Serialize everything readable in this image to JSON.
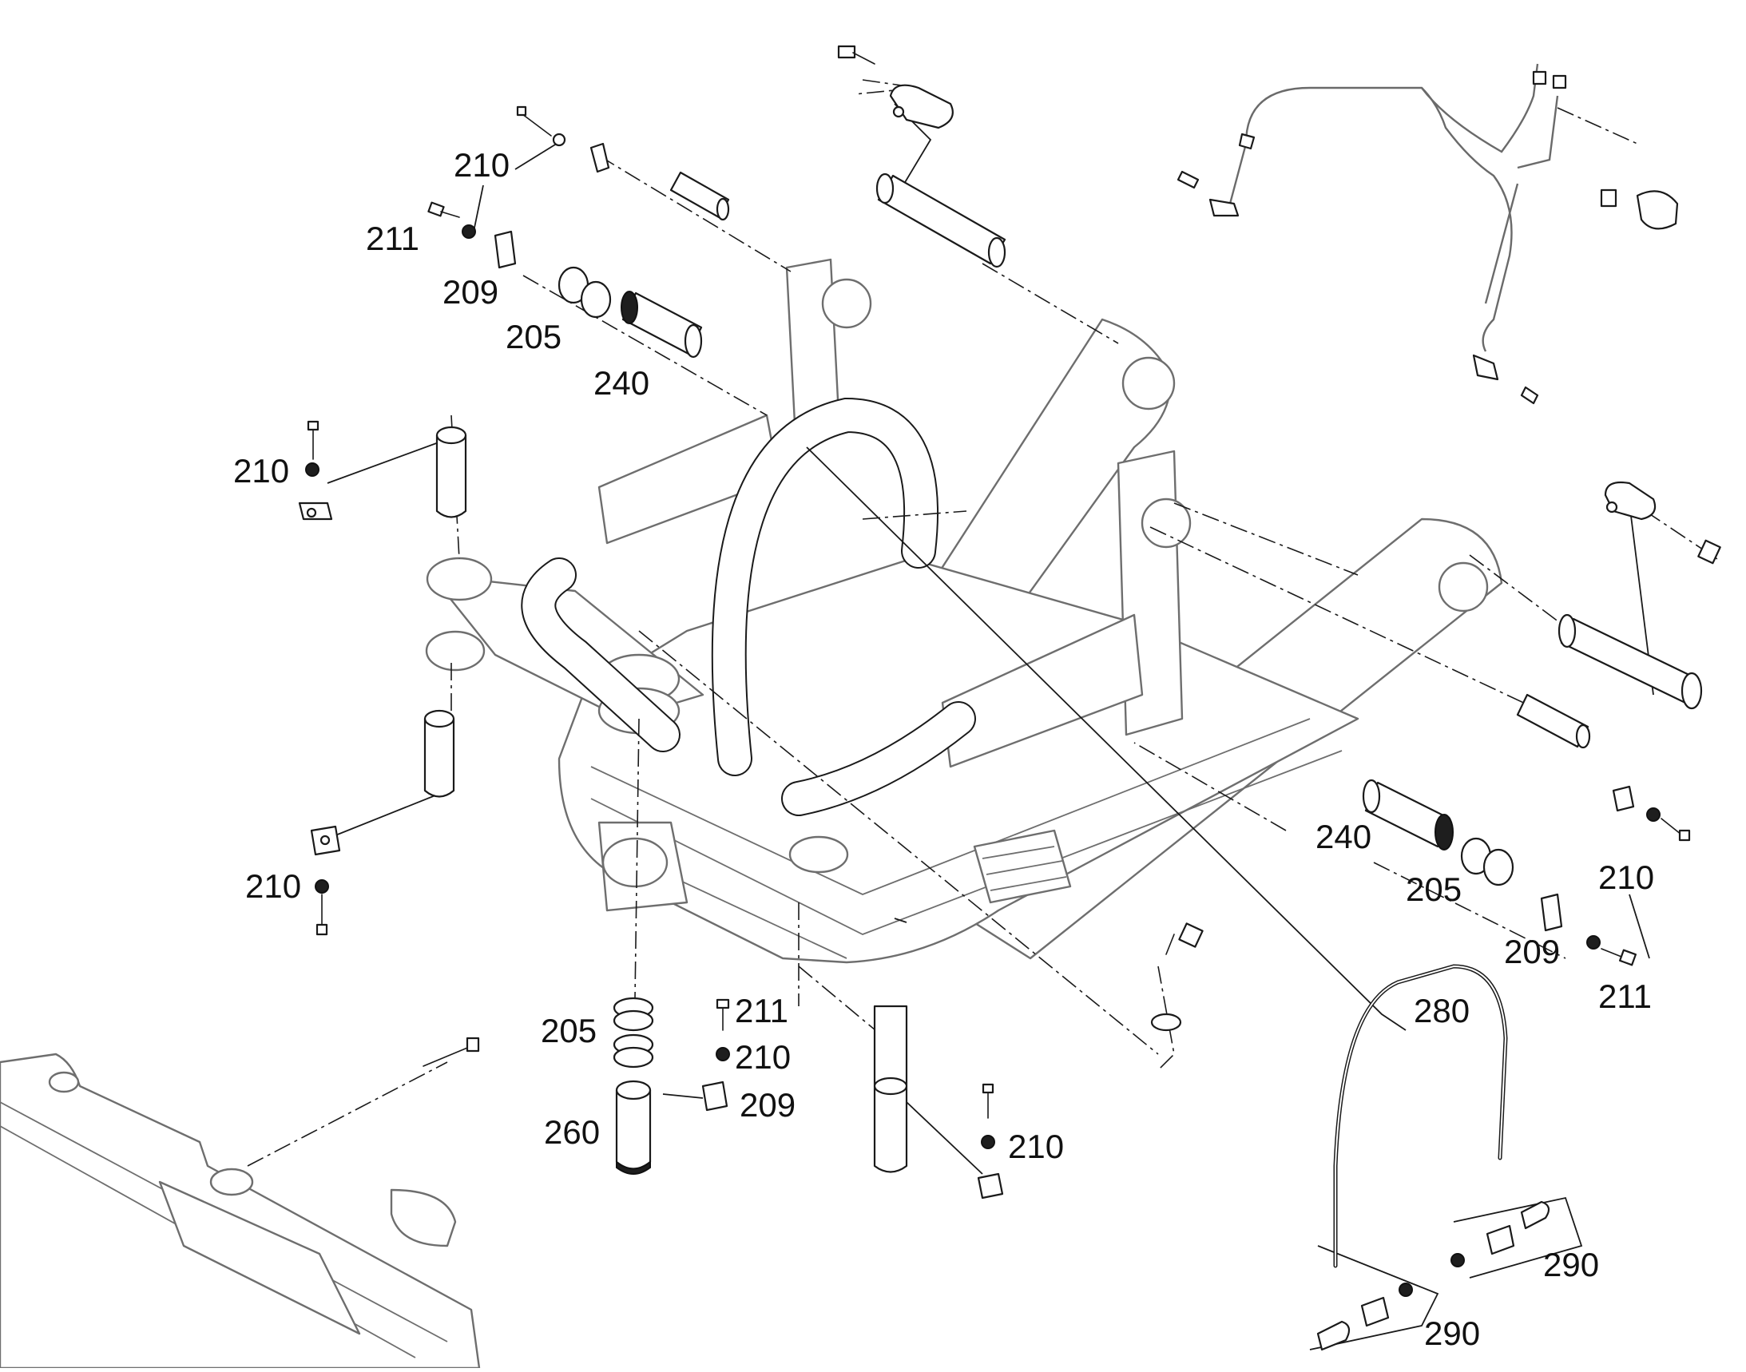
{
  "diagram": {
    "type": "exploded-parts-diagram",
    "callouts": [
      {
        "id": "c-210-a",
        "label": "210"
      },
      {
        "id": "c-211-a",
        "label": "211"
      },
      {
        "id": "c-209-a",
        "label": "209"
      },
      {
        "id": "c-205-a",
        "label": "205"
      },
      {
        "id": "c-240-a",
        "label": "240"
      },
      {
        "id": "c-210-b",
        "label": "210"
      },
      {
        "id": "c-210-c",
        "label": "210"
      },
      {
        "id": "c-205-b",
        "label": "205"
      },
      {
        "id": "c-260",
        "label": "260"
      },
      {
        "id": "c-211-b",
        "label": "211"
      },
      {
        "id": "c-210-d",
        "label": "210"
      },
      {
        "id": "c-209-b",
        "label": "209"
      },
      {
        "id": "c-210-e",
        "label": "210"
      },
      {
        "id": "c-240-b",
        "label": "240"
      },
      {
        "id": "c-205-c",
        "label": "205"
      },
      {
        "id": "c-210-f",
        "label": "210"
      },
      {
        "id": "c-209-c",
        "label": "209"
      },
      {
        "id": "c-211-c",
        "label": "211"
      },
      {
        "id": "c-280",
        "label": "280"
      },
      {
        "id": "c-290-a",
        "label": "290"
      },
      {
        "id": "c-290-b",
        "label": "290"
      }
    ]
  }
}
